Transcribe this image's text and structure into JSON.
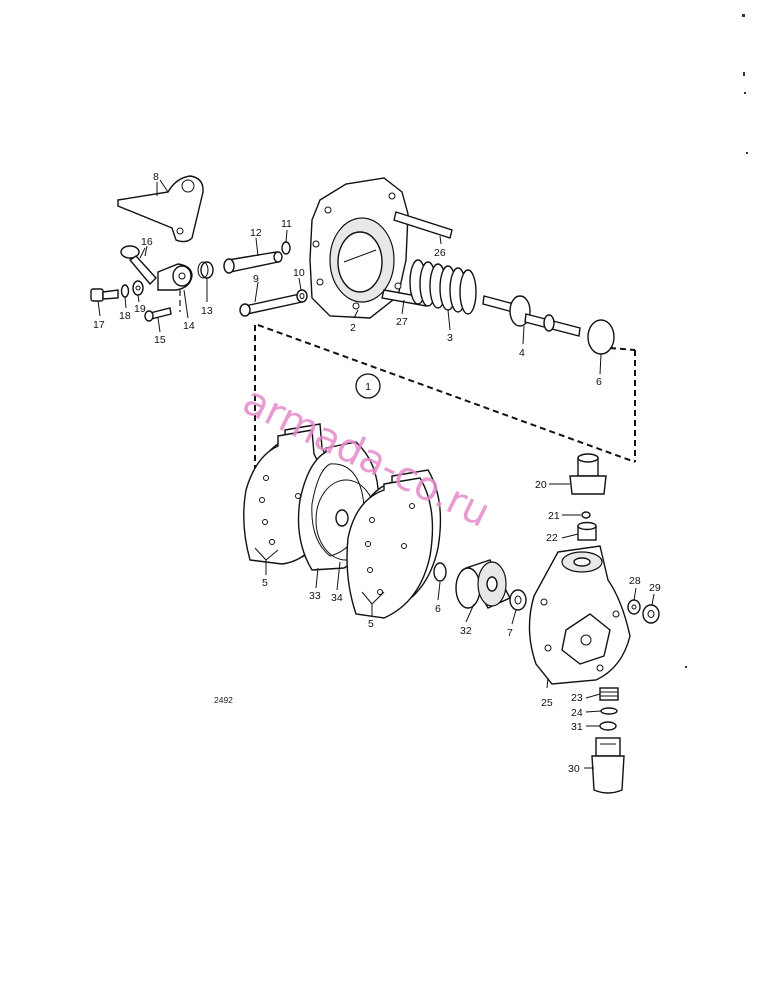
{
  "diagram": {
    "drawing_number": "2492",
    "group_marker": "1",
    "watermark": "armada-co.ru",
    "part_labels": {
      "p1": "1",
      "p2": "2",
      "p3": "3",
      "p4": "4",
      "p5a": "5",
      "p5b": "5",
      "p6a": "6",
      "p6b": "6",
      "p7": "7",
      "p8": "8",
      "p9": "9",
      "p10": "10",
      "p11": "11",
      "p12": "12",
      "p13": "13",
      "p14": "14",
      "p15": "15",
      "p16": "16",
      "p17": "17",
      "p18": "18",
      "p19": "19",
      "p20": "20",
      "p21": "21",
      "p22": "22",
      "p23": "23",
      "p24": "24",
      "p25": "25",
      "p26": "26",
      "p27": "27",
      "p28": "28",
      "p29": "29",
      "p30": "30",
      "p31": "31",
      "p32": "32",
      "p33": "33",
      "p34": "34"
    }
  }
}
